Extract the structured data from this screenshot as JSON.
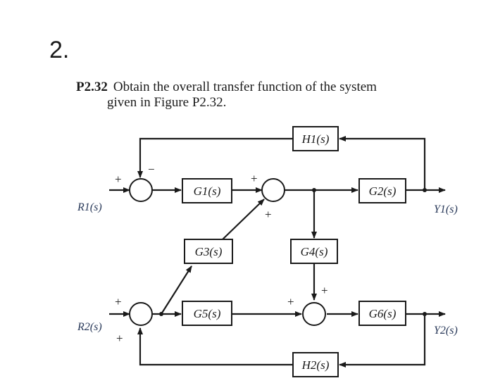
{
  "question_number": "2.",
  "problem": {
    "id": "P2.32",
    "text_line1": "Obtain the overall transfer function of the system",
    "text_line2": "given in Figure P2.32."
  },
  "diagram": {
    "blocks": {
      "G1": "G1(s)",
      "G2": "G2(s)",
      "G3": "G3(s)",
      "G4": "G4(s)",
      "G5": "G5(s)",
      "G6": "G6(s)",
      "H1": "H1(s)",
      "H2": "H2(s)"
    },
    "signals": {
      "R1": "R1(s)",
      "R2": "R2(s)",
      "Y1": "Y1(s)",
      "Y2": "Y2(s)"
    },
    "signs": {
      "sj1_top": "−",
      "sj1_left": "+",
      "sj2_left": "+",
      "sj2_bottom": "+",
      "sj3_left": "+",
      "sj3_bottom": "+",
      "sj4_left": "+",
      "sj4_top": "+"
    }
  }
}
